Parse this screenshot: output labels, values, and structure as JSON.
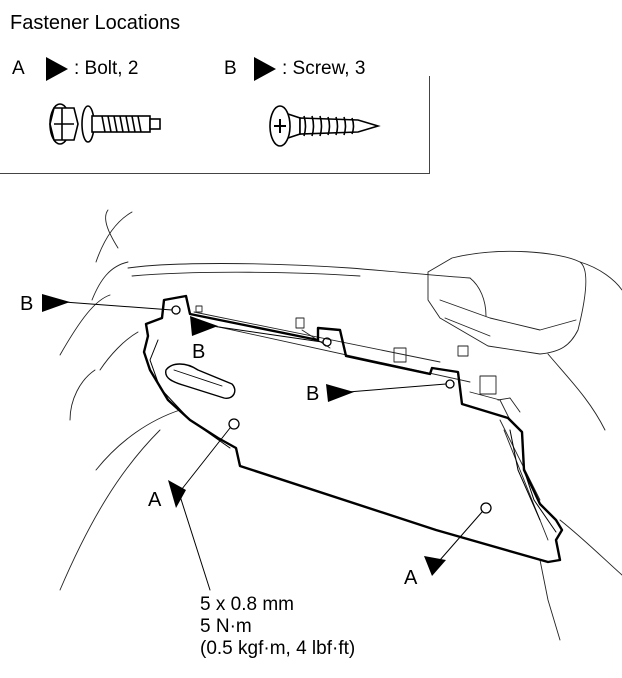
{
  "title": "Fastener Locations",
  "legend": {
    "a": {
      "letter": "A",
      "text": ": Bolt, 2"
    },
    "b": {
      "letter": "B",
      "text": ": Screw, 3"
    }
  },
  "callouts": {
    "b_left": "B",
    "b_mid": "B",
    "b_right": "B",
    "a_left": "A",
    "a_right": "A"
  },
  "spec": {
    "line1": "5 x 0.8 mm",
    "line2": "5 N·m",
    "line3": "(0.5 kgf·m, 4 lbf·ft)"
  }
}
